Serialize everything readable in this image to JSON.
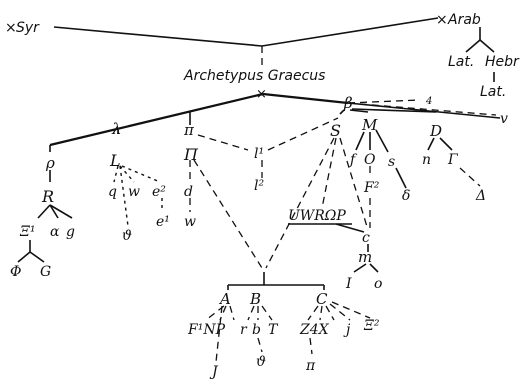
{
  "labels": {
    "syr": "Syr",
    "arab": "Arab",
    "lat_top": "Lat.",
    "hebr": "Hebr",
    "lat_hebr": "Lat.",
    "archetypus": "Archetypus Graecus",
    "beta": "β",
    "v": "v",
    "lambda": "λ",
    "pi": "π",
    "l1": "l¹",
    "l2": "l²",
    "sigma": "S",
    "M": "M",
    "D": "D",
    "rho": "ρ",
    "R": "R",
    "L": "L",
    "Pi": "Π",
    "f": "f",
    "O": "O",
    "s": "s",
    "n": "n",
    "Gamma": "Γ",
    "Xi1": "Ξ¹",
    "alpha": "α",
    "g": "g",
    "q": "q",
    "w": "w",
    "e2": "e²",
    "d": "d",
    "F2": "F²",
    "delta": "δ",
    "Delta": "Δ",
    "Phi": "Φ",
    "G": "G",
    "theta": "ϑ",
    "e1": "e¹",
    "omega": "w",
    "UWRSP": "UWRΩP",
    "c": "c",
    "m": "m",
    "I": "I",
    "o": "o",
    "A": "A",
    "B": "B",
    "C": "C",
    "F1NP": "F¹NP",
    "r": "r",
    "b": "b",
    "T": "T",
    "Z4X": "Z4X",
    "j": "j",
    "Xi2": "Ξ²",
    "J": "J",
    "vartheta": "ϑ",
    "pi_bottom": "π",
    "cross": "×",
    "num4": "4"
  }
}
